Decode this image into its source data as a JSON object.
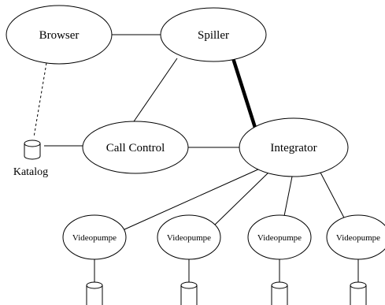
{
  "nodes": {
    "browser": "Browser",
    "spiller": "Spiller",
    "call_control": "Call Control",
    "integrator": "Integrator",
    "videopumpe_1": "Videopumpe",
    "videopumpe_2": "Videopumpe",
    "videopumpe_3": "Videopumpe",
    "videopumpe_4": "Videopumpe",
    "katalog": "Katalog"
  },
  "edges": [
    {
      "from": "browser",
      "to": "spiller",
      "style": "solid"
    },
    {
      "from": "browser",
      "to": "katalog",
      "style": "dashed"
    },
    {
      "from": "spiller",
      "to": "call_control",
      "style": "solid"
    },
    {
      "from": "spiller",
      "to": "integrator",
      "style": "thick"
    },
    {
      "from": "katalog",
      "to": "call_control",
      "style": "solid"
    },
    {
      "from": "call_control",
      "to": "integrator",
      "style": "solid"
    },
    {
      "from": "integrator",
      "to": "videopumpe_1",
      "style": "solid"
    },
    {
      "from": "integrator",
      "to": "videopumpe_2",
      "style": "solid"
    },
    {
      "from": "integrator",
      "to": "videopumpe_3",
      "style": "solid"
    },
    {
      "from": "integrator",
      "to": "videopumpe_4",
      "style": "solid"
    },
    {
      "from": "videopumpe_1",
      "to": "storage",
      "style": "solid"
    },
    {
      "from": "videopumpe_2",
      "to": "storage",
      "style": "solid"
    },
    {
      "from": "videopumpe_3",
      "to": "storage",
      "style": "solid"
    },
    {
      "from": "videopumpe_4",
      "to": "storage",
      "style": "solid"
    }
  ]
}
